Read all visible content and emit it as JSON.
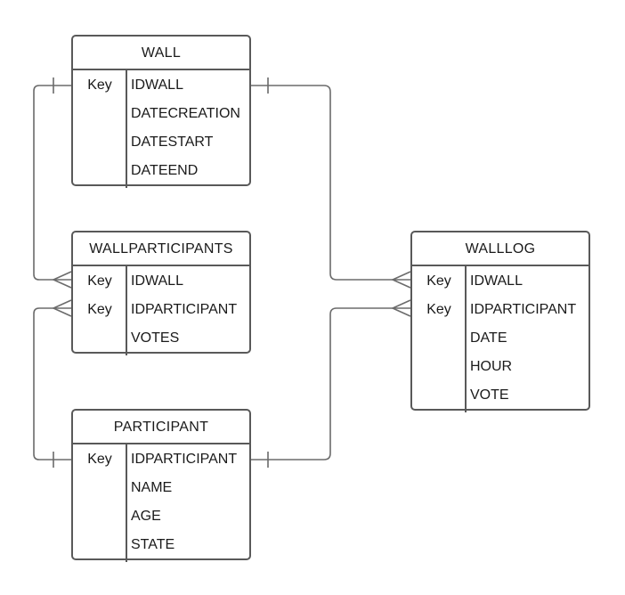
{
  "diagram": {
    "entities": [
      {
        "id": "wall",
        "title": "WALL",
        "attributes": [
          {
            "key": "Key",
            "name": "IDWALL"
          },
          {
            "key": "",
            "name": "DATECREATION"
          },
          {
            "key": "",
            "name": "DATESTART"
          },
          {
            "key": "",
            "name": "DATEEND"
          }
        ]
      },
      {
        "id": "wallparticipants",
        "title": "WALLPARTICIPANTS",
        "attributes": [
          {
            "key": "Key",
            "name": "IDWALL"
          },
          {
            "key": "Key",
            "name": "IDPARTICIPANT"
          },
          {
            "key": "",
            "name": "VOTES"
          }
        ]
      },
      {
        "id": "participant",
        "title": "PARTICIPANT",
        "attributes": [
          {
            "key": "Key",
            "name": "IDPARTICIPANT"
          },
          {
            "key": "",
            "name": "NAME"
          },
          {
            "key": "",
            "name": "AGE"
          },
          {
            "key": "",
            "name": "STATE"
          }
        ]
      },
      {
        "id": "walllog",
        "title": "WALLLOG",
        "attributes": [
          {
            "key": "Key",
            "name": "IDWALL"
          },
          {
            "key": "Key",
            "name": "IDPARTICIPANT"
          },
          {
            "key": "",
            "name": "DATE"
          },
          {
            "key": "",
            "name": "HOUR"
          },
          {
            "key": "",
            "name": "VOTE"
          }
        ]
      }
    ],
    "relationships": [
      {
        "from": "wall.IDWALL",
        "from_cardinality": "one",
        "to": "wallparticipants.IDWALL",
        "to_cardinality": "many"
      },
      {
        "from": "wall.IDWALL",
        "from_cardinality": "one",
        "to": "walllog.IDWALL",
        "to_cardinality": "many"
      },
      {
        "from": "participant.IDPARTICIPANT",
        "from_cardinality": "one",
        "to": "wallparticipants.IDPARTICIPANT",
        "to_cardinality": "many"
      },
      {
        "from": "participant.IDPARTICIPANT",
        "from_cardinality": "one",
        "to": "walllog.IDPARTICIPANT",
        "to_cardinality": "many"
      }
    ],
    "colors": {
      "border": "#595959",
      "connector": "#6b6b6b",
      "text": "#1a1a1a",
      "background": "#ffffff"
    }
  }
}
